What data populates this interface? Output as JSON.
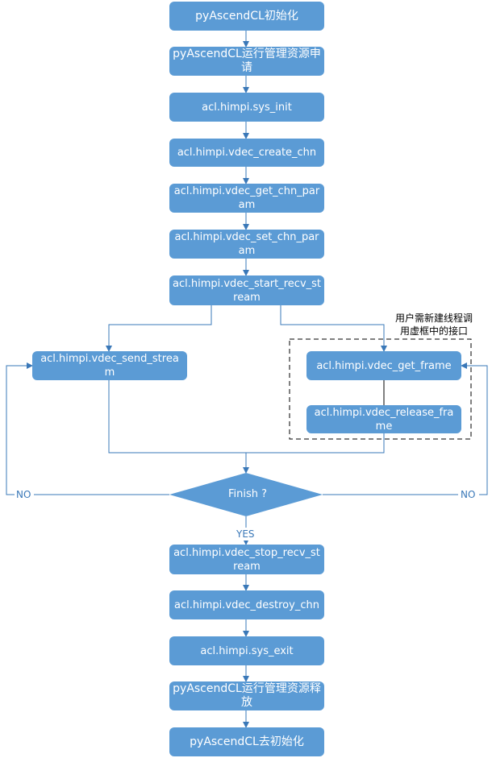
{
  "nodes": {
    "init": "pyAscendCL初始化",
    "resource_request": "pyAscendCL运行管理资源申请",
    "sys_init": "acl.himpi.sys_init",
    "create_chn": "acl.himpi.vdec_create_chn",
    "get_chn_param": "acl.himpi.vdec_get_chn_param",
    "set_chn_param": "acl.himpi.vdec_set_chn_param",
    "start_recv_stream": "acl.himpi.vdec_start_recv_stream",
    "send_stream": "acl.himpi.vdec_send_stream",
    "get_frame": "acl.himpi.vdec_get_frame",
    "release_frame": "acl.himpi.vdec_release_frame",
    "finish": "Finish ?",
    "stop_recv_stream": "acl.himpi.vdec_stop_recv_stream",
    "destroy_chn": "acl.himpi.vdec_destroy_chn",
    "sys_exit": "acl.himpi.sys_exit",
    "resource_release": "pyAscendCL运行管理资源释放",
    "deinit": "pyAscendCL去初始化"
  },
  "labels": {
    "no_left": "NO",
    "no_right": "NO",
    "yes": "YES",
    "note_line1": "用户需新建线程调",
    "note_line2": "用虚框中的接口"
  },
  "colors": {
    "node_fill": "#5b9bd5",
    "line": "#3a78b8",
    "text": "#ffffff"
  }
}
